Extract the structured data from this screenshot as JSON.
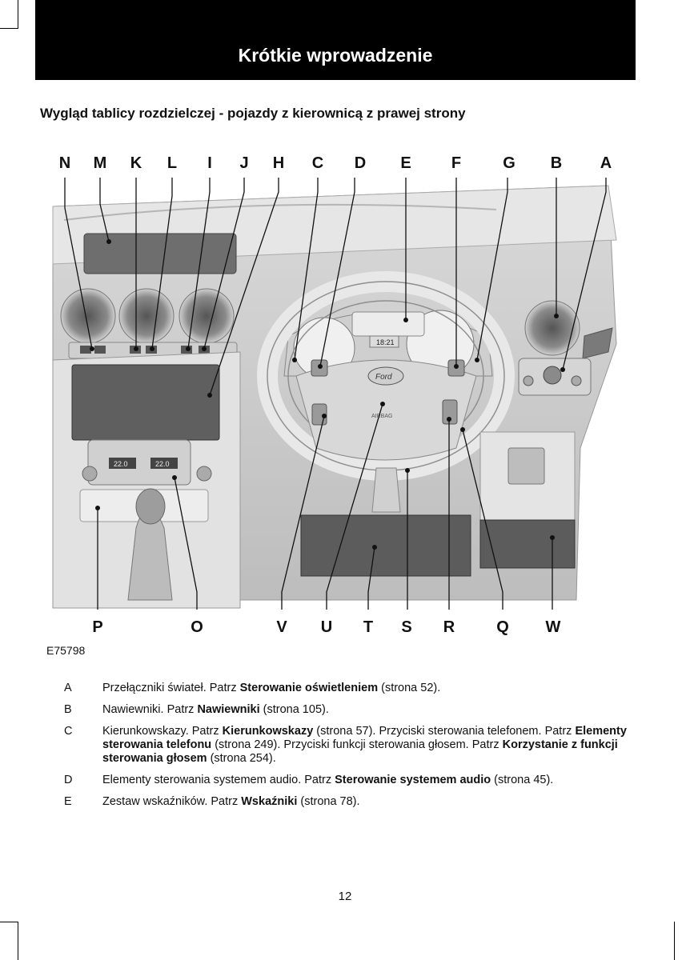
{
  "header": {
    "title": "Krótkie wprowadzenie"
  },
  "subtitle": "Wygląd tablicy rozdzielczej - pojazdy z kierownicą z prawej strony",
  "figure": {
    "top_labels": [
      "N",
      "M",
      "K",
      "L",
      "I",
      "J",
      "H",
      "C",
      "D",
      "E",
      "F",
      "G",
      "B",
      "A"
    ],
    "bottom_labels": [
      "P",
      "O",
      "V",
      "U",
      "T",
      "S",
      "R",
      "Q",
      "W"
    ],
    "code": "E75798",
    "dashboard_text": {
      "display_time": "18:21",
      "steering_logo": "Ford",
      "airbag": "AIRBAG",
      "temp_left": "22.0",
      "temp_right": "22.0"
    }
  },
  "items": [
    {
      "letter": "A",
      "parts": [
        {
          "t": "Przełączniki świateł.  Patrz ",
          "b": false
        },
        {
          "t": "Sterowanie oświetleniem",
          "b": true
        },
        {
          "t": " (strona 52).",
          "b": false
        }
      ]
    },
    {
      "letter": "B",
      "parts": [
        {
          "t": "Nawiewniki.  Patrz ",
          "b": false
        },
        {
          "t": "Nawiewniki",
          "b": true
        },
        {
          "t": " (strona 105).",
          "b": false
        }
      ]
    },
    {
      "letter": "C",
      "parts": [
        {
          "t": "Kierunkowskazy.  Patrz ",
          "b": false
        },
        {
          "t": "Kierunkowskazy",
          "b": true
        },
        {
          "t": " (strona 57).  Przyciski sterowania telefonem.  Patrz ",
          "b": false
        },
        {
          "t": "Elementy sterowania telefonu",
          "b": true
        },
        {
          "t": "  (strona 249).  Przyciski funkcji sterowania głosem.  Patrz ",
          "b": false
        },
        {
          "t": "Korzystanie z funkcji sterowania głosem",
          "b": true
        },
        {
          "t": "  (strona 254).",
          "b": false
        }
      ]
    },
    {
      "letter": "D",
      "parts": [
        {
          "t": "Elementy sterowania systemem audio.  Patrz ",
          "b": false
        },
        {
          "t": "Sterowanie systemem audio",
          "b": true
        },
        {
          "t": " (strona 45).",
          "b": false
        }
      ]
    },
    {
      "letter": "E",
      "parts": [
        {
          "t": "Zestaw wskaźników.  Patrz ",
          "b": false
        },
        {
          "t": "Wskaźniki",
          "b": true
        },
        {
          "t": " (strona 78).",
          "b": false
        }
      ]
    }
  ],
  "page_number": "12"
}
